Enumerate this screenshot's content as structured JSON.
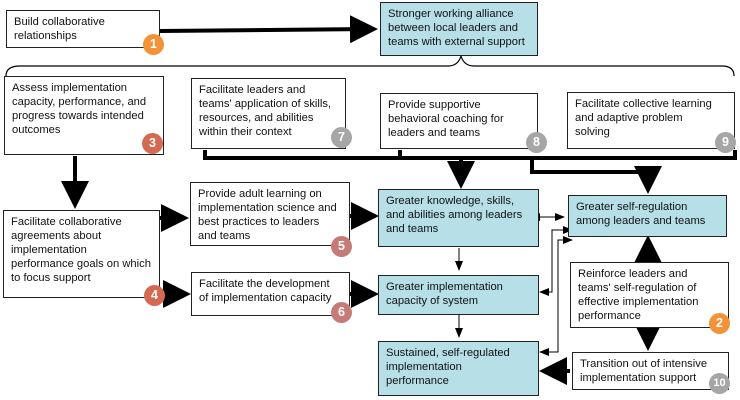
{
  "colors": {
    "outcome_fill": "#b7dfe8",
    "badge_orange": "#f39237",
    "badge_red": "#d46a52",
    "badge_pink": "#c77b79",
    "badge_gray": "#a6a6a6"
  },
  "strategies": [
    {
      "id": "s1",
      "text": "Build collaborative\nrelationships",
      "number": "1",
      "badge": "badge_orange"
    },
    {
      "id": "s3",
      "text": "Assess implementation\ncapacity, performance, and\nprogress towards intended\noutcomes",
      "number": "3",
      "badge": "badge_red"
    },
    {
      "id": "s7",
      "text": "Facilitate leaders and\nteams' application of skills,\nresources, and abilities\nwithin their context",
      "number": "7",
      "badge": "badge_gray"
    },
    {
      "id": "s8",
      "text": "Provide supportive\nbehavioral coaching for\nleaders and teams",
      "number": "8",
      "badge": "badge_gray"
    },
    {
      "id": "s9",
      "text": "Facilitate collective learning\nand adaptive problem\nsolving",
      "number": "9",
      "badge": "badge_gray"
    },
    {
      "id": "s4",
      "text": "Facilitate collaborative\nagreements about\nimplementation\nperformance goals on which\nto focus support",
      "number": "4",
      "badge": "badge_red"
    },
    {
      "id": "s5",
      "text": "Provide adult learning on\nimplementation science and\nbest practices to leaders\nand teams",
      "number": "5",
      "badge": "badge_pink"
    },
    {
      "id": "s6",
      "text": "Facilitate the development\nof implementation capacity",
      "number": "6",
      "badge": "badge_pink"
    },
    {
      "id": "s2",
      "text": "Reinforce leaders and\nteams' self-regulation of\neffective implementation\nperformance",
      "number": "2",
      "badge": "badge_orange"
    },
    {
      "id": "s10",
      "text": "Transition out of intensive\nimplementation support",
      "number": "10",
      "badge": "badge_gray"
    }
  ],
  "outcomes": [
    {
      "id": "o_alliance",
      "text": "Stronger working alliance\nbetween local leaders and\nteams with external support"
    },
    {
      "id": "o_knowledge",
      "text": "Greater knowledge, skills,\nand abilities among leaders\nand teams"
    },
    {
      "id": "o_selfreg",
      "text": "Greater self-regulation\namong leaders and teams"
    },
    {
      "id": "o_capacity",
      "text": "Greater implementation\ncapacity of system"
    },
    {
      "id": "o_sustained",
      "text": "Sustained, self-regulated\nimplementation\nperformance"
    }
  ]
}
